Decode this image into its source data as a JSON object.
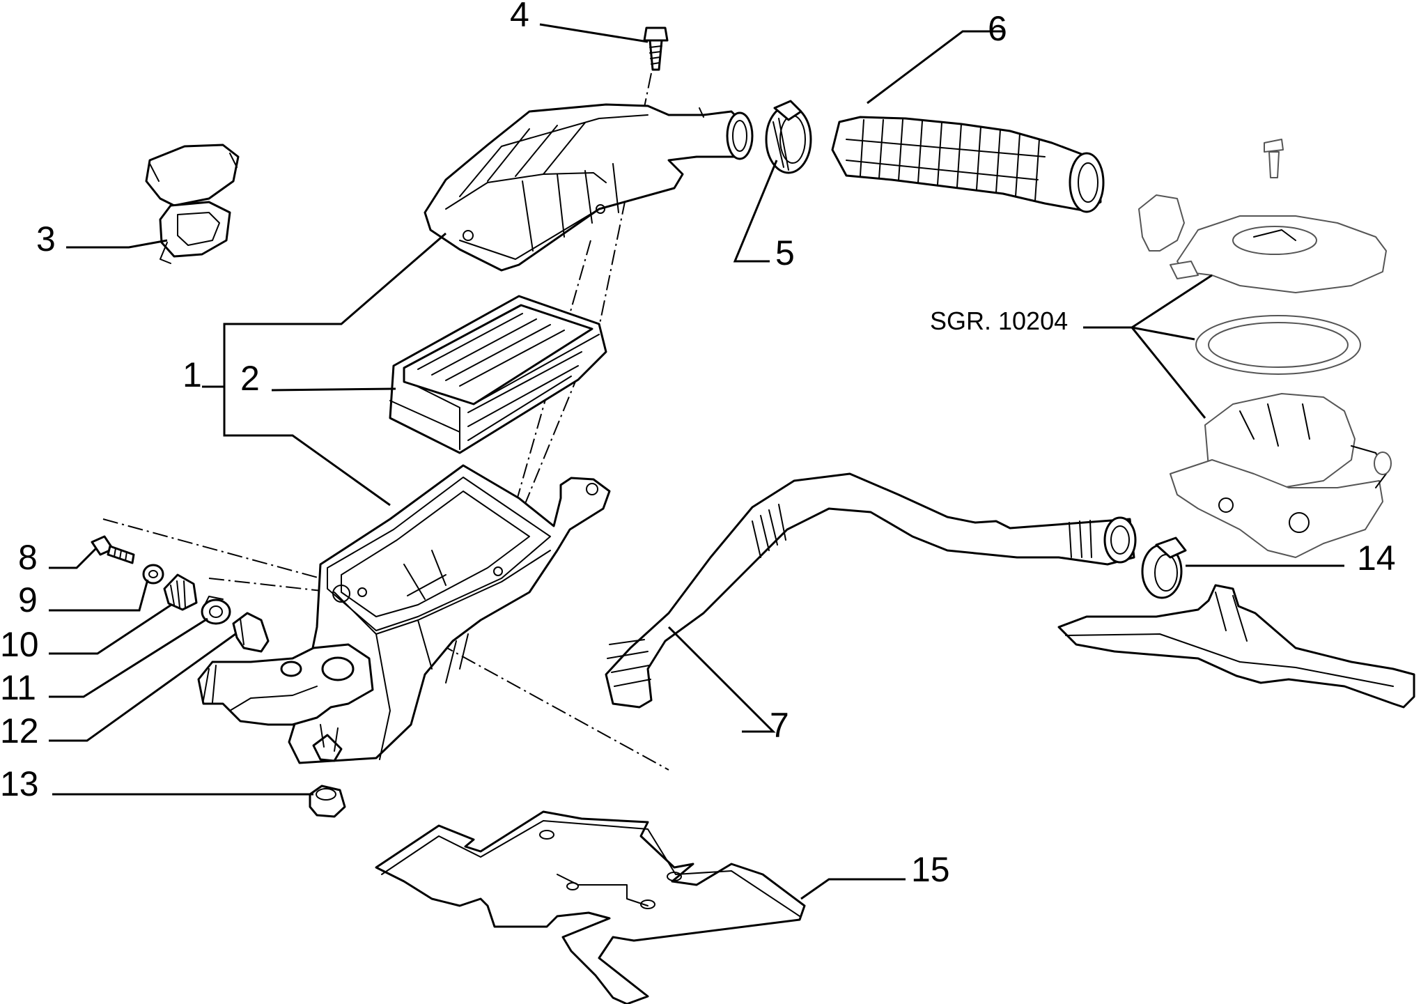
{
  "labels": {
    "c1": "1",
    "c2": "2",
    "c3": "3",
    "c4": "4",
    "c5": "5",
    "c6": "6",
    "c7": "7",
    "c8": "8",
    "c9": "9",
    "c10": "10",
    "c11": "11",
    "c12": "12",
    "c13": "13",
    "c14": "14",
    "c15": "15"
  },
  "reference": "SGR. 10204"
}
